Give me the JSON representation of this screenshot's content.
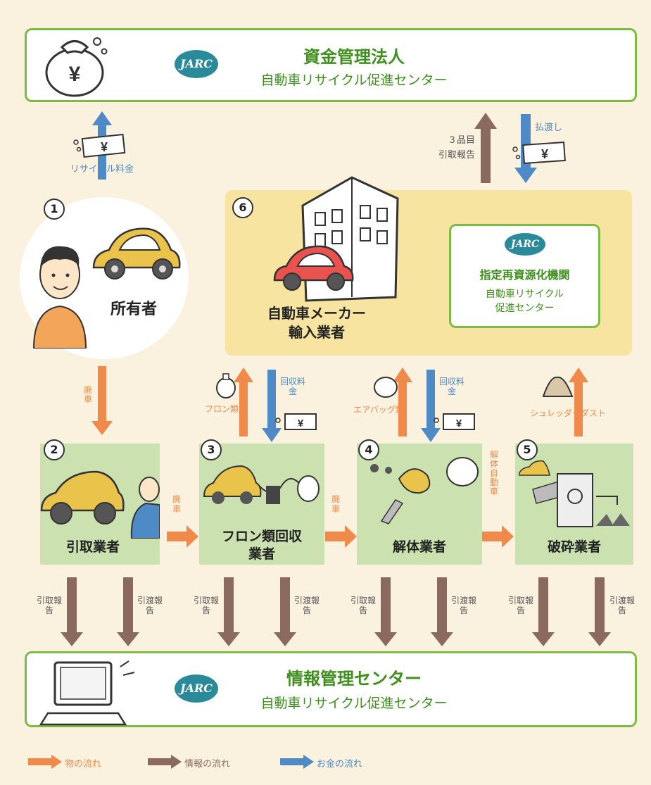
{
  "top_center": {
    "title": "資金管理法人",
    "subtitle": "自動車リサイクル促進センター",
    "logo_text": "JARC"
  },
  "bottom_center": {
    "title": "情報管理センター",
    "subtitle": "自動車リサイクル促進センター",
    "logo_text": "JARC"
  },
  "owner": {
    "number": "1",
    "label": "所有者"
  },
  "maker": {
    "number": "6",
    "label_line1": "自動車メーカー",
    "label_line2": "輸入業者",
    "designated": {
      "title": "指定再資源化機関",
      "line1": "自動車リサイクル",
      "line2": "促進センター",
      "logo_text": "JARC"
    }
  },
  "actors": [
    {
      "number": "2",
      "label": "引取業者"
    },
    {
      "number": "3",
      "label_line1": "フロン類回収",
      "label_line2": "業者"
    },
    {
      "number": "4",
      "label": "解体業者"
    },
    {
      "number": "5",
      "label": "破砕業者"
    }
  ],
  "flow_labels": {
    "recycle_fee": "リサイクル料金",
    "haisha": "廃車",
    "report_3items_1": "３品目",
    "report_3items_2": "引取報告",
    "payout": "払渡し",
    "freon": "フロン類",
    "airbag": "エアバッグ類",
    "shredder_dust": "シュレッダーダスト",
    "collection_fee": "回収料金",
    "dismantled_car": "解体自動車",
    "pickup_report": "引取報告",
    "delivery_report": "引渡報告"
  },
  "legend": {
    "material_flow": "物の流れ",
    "info_flow": "情報の流れ",
    "money_flow": "お金の流れ"
  },
  "colors": {
    "material": "#ef8a4a",
    "info": "#8a6a5f",
    "money": "#4d8ac6",
    "border_green": "#7dbb45",
    "green_box": "#cbe2b0",
    "yellow_box": "#f7e4a0",
    "background": "#fbf1df"
  },
  "icons": {
    "money_bag": "yen-bag-icon",
    "computer": "computer-icon",
    "building": "building-icon",
    "car": "car-icon"
  }
}
